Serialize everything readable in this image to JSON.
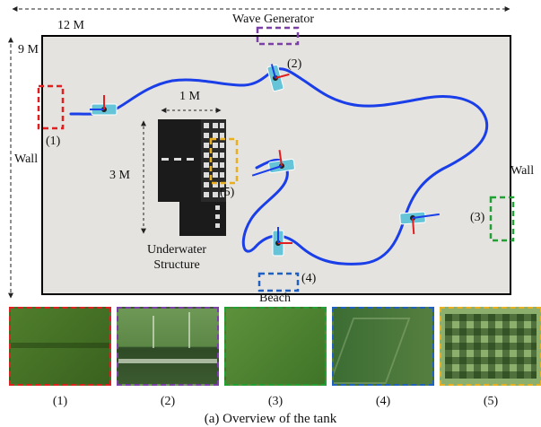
{
  "labels": {
    "width_dim": "12 M",
    "height_dim": "9 M",
    "wave_generator": "Wave Generator",
    "wall_left": "Wall",
    "wall_right": "Wall",
    "beach": "Beach",
    "structure_width": "1 M",
    "structure_height": "3 M",
    "structure_name": "Underwater\nStructure",
    "caption": "(a) Overview of the tank"
  },
  "markers": [
    {
      "label": "(1)",
      "color": "#e02020"
    },
    {
      "label": "(2)",
      "color": "#7b3fa8"
    },
    {
      "label": "(3)",
      "color": "#23a035"
    },
    {
      "label": "(4)",
      "color": "#2060c0"
    },
    {
      "label": "(5)",
      "color": "#e8b020"
    }
  ],
  "thumbnails": [
    {
      "label": "(1)",
      "border": "#e02020"
    },
    {
      "label": "(2)",
      "border": "#7b3fa8"
    },
    {
      "label": "(3)",
      "border": "#23a035"
    },
    {
      "label": "(4)",
      "border": "#2060c0"
    },
    {
      "label": "(5)",
      "border": "#e8b020"
    }
  ],
  "colors": {
    "tank": "#e4e3df",
    "path": "#1a3ee8",
    "structure": "#1a1a1a"
  }
}
